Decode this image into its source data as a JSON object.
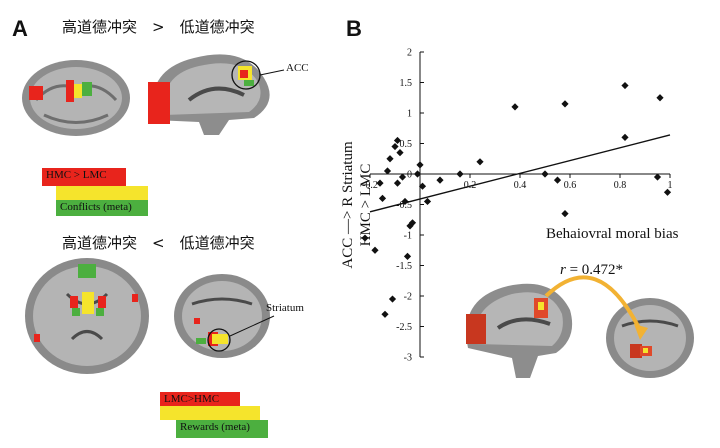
{
  "panel_a": {
    "letter": "A",
    "top_contrast": "高道德冲突　>　低道德冲突",
    "bottom_contrast": "高道德冲突　<　低道德冲突",
    "callout_acc": "ACC",
    "callout_striatum": "Striatum",
    "legend_top": {
      "label1": "HMC > LMC",
      "label2": "Conflicts (meta)"
    },
    "legend_bottom": {
      "label1": "LMC>HMC",
      "label2": "Rewards (meta)"
    }
  },
  "panel_b": {
    "letter": "B",
    "ylabel_line1": "ACC —> R Striatum",
    "ylabel_line2": "HMC > LMC",
    "xlabel": "Behaiovral moral bias",
    "r_symbol": "r",
    "r_value": "=  0.472*"
  },
  "chart_data": {
    "type": "scatter",
    "title": "",
    "xlabel": "Behaiovral moral bias",
    "ylabel": "ACC —> R Striatum HMC > LMC",
    "xlim": [
      -0.2,
      1.0
    ],
    "ylim": [
      -3,
      2
    ],
    "x_ticks": [
      "-0.2",
      "0.2",
      "0.4",
      "0.6",
      "0.8",
      "1"
    ],
    "y_ticks": [
      "2",
      "1.5",
      "1",
      "0.5",
      "0",
      "-0.5",
      "-1",
      "-1.5",
      "-2",
      "-2.5",
      "-3"
    ],
    "points": [
      {
        "x": -0.22,
        "y": -1.05
      },
      {
        "x": -0.18,
        "y": -1.25
      },
      {
        "x": -0.14,
        "y": -2.3
      },
      {
        "x": -0.11,
        "y": -2.05
      },
      {
        "x": -0.16,
        "y": -0.15
      },
      {
        "x": -0.15,
        "y": -0.4
      },
      {
        "x": -0.13,
        "y": 0.05
      },
      {
        "x": -0.12,
        "y": 0.25
      },
      {
        "x": -0.1,
        "y": 0.45
      },
      {
        "x": -0.09,
        "y": 0.55
      },
      {
        "x": -0.08,
        "y": 0.35
      },
      {
        "x": -0.09,
        "y": -0.15
      },
      {
        "x": -0.07,
        "y": -0.05
      },
      {
        "x": -0.06,
        "y": -0.45
      },
      {
        "x": -0.04,
        "y": -0.85
      },
      {
        "x": -0.05,
        "y": -1.35
      },
      {
        "x": -0.03,
        "y": -0.8
      },
      {
        "x": -0.01,
        "y": 0.0
      },
      {
        "x": 0.0,
        "y": 0.15
      },
      {
        "x": 0.01,
        "y": -0.2
      },
      {
        "x": 0.03,
        "y": -0.45
      },
      {
        "x": 0.08,
        "y": -0.1
      },
      {
        "x": 0.16,
        "y": 0.0
      },
      {
        "x": 0.24,
        "y": 0.2
      },
      {
        "x": 0.38,
        "y": 1.1
      },
      {
        "x": 0.5,
        "y": 0.0
      },
      {
        "x": 0.55,
        "y": -0.1
      },
      {
        "x": 0.58,
        "y": 1.15
      },
      {
        "x": 0.58,
        "y": -0.65
      },
      {
        "x": 0.82,
        "y": 1.45
      },
      {
        "x": 0.82,
        "y": 0.6
      },
      {
        "x": 0.95,
        "y": -0.05
      },
      {
        "x": 0.96,
        "y": 1.25
      },
      {
        "x": 0.99,
        "y": -0.3
      }
    ],
    "fit_line": {
      "x": [
        -0.2,
        1.0
      ],
      "y": [
        -0.62,
        0.64
      ]
    },
    "annotation": "r = 0.472*",
    "grid": false
  },
  "colors": {
    "red": "#e8241c",
    "yellow": "#f5e42c",
    "green": "#4caf3f",
    "arrow": "#f2b233"
  }
}
